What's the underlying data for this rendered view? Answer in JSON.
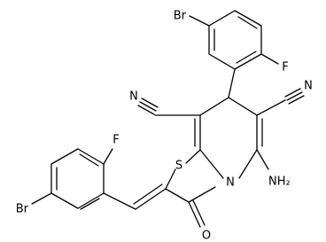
{
  "labels": {
    "br_top": "Br",
    "f_top": "F",
    "cn_left": "N",
    "cn_right": "N",
    "f_left": "F",
    "s_ring": "S",
    "n_ring": "N",
    "nh2": "NH₂",
    "br_left": "Br",
    "oxo": "O"
  }
}
